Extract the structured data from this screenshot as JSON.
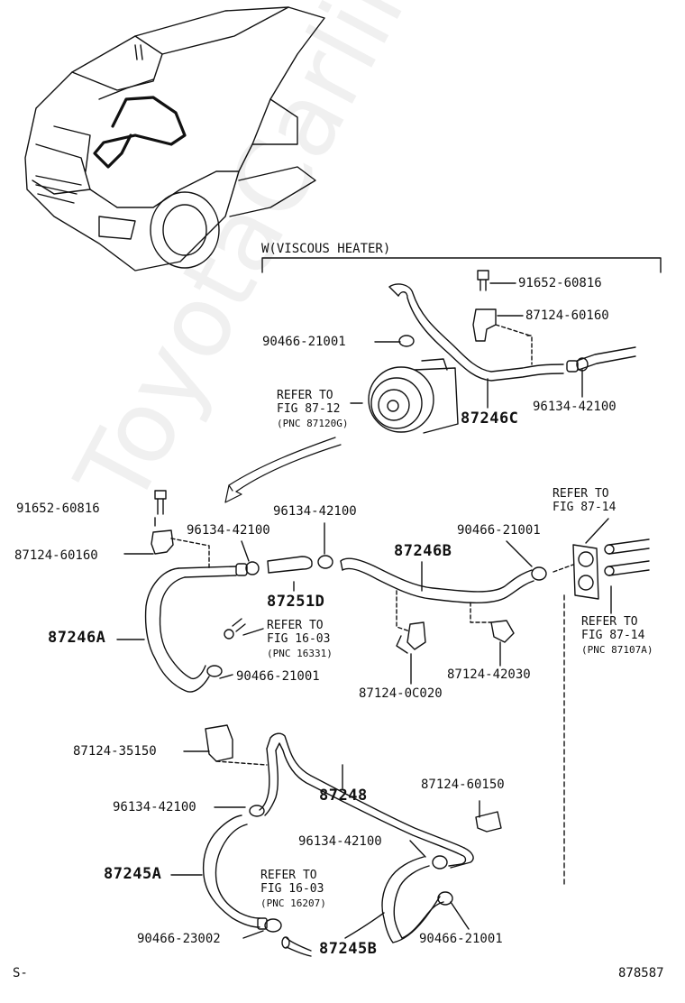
{
  "watermark": "ToyotaCarline.ru",
  "variant_label": "W(VISCOUS HEATER)",
  "parts": {
    "bolt_top": "91652-60816",
    "clamp_top": "87124-60160",
    "clip_top": "90466-21001",
    "hose_87246c": "87246C",
    "clip_96134_top": "96134-42100",
    "bolt_left": "91652-60816",
    "clamp_left": "87124-60160",
    "clip_96134_a": "96134-42100",
    "clip_96134_b": "96134-42100",
    "hose_87251d": "87251D",
    "hose_87246b": "87246B",
    "clip_90466_right": "90466-21001",
    "hose_87246a": "87246A",
    "clip_90466_left": "90466-21001",
    "clamp_0c020": "87124-0C020",
    "clamp_42030": "87124-42030",
    "clamp_35150": "87124-35150",
    "hose_87248": "87248",
    "clamp_60150": "87124-60150",
    "clip_96134_c": "96134-42100",
    "clip_96134_d": "96134-42100",
    "hose_87245a": "87245A",
    "clip_90466_bottom": "90466-23002",
    "hose_87245b": "87245B",
    "clip_90466_bottom_right": "90466-21001"
  },
  "refs": {
    "ref1": [
      "REFER TO",
      "FIG 87-12",
      "(PNC 87120G)"
    ],
    "ref2": [
      "REFER TO",
      "FIG 87-14"
    ],
    "ref3": [
      "REFER TO",
      "FIG 87-14",
      "(PNC 87107A)"
    ],
    "ref4": [
      "REFER TO",
      "FIG 16-03",
      "(PNC 16331)"
    ],
    "ref5": [
      "REFER TO",
      "FIG 16-03",
      "(PNC 16207)"
    ]
  },
  "footer": {
    "left": "S-",
    "right": "878587"
  }
}
